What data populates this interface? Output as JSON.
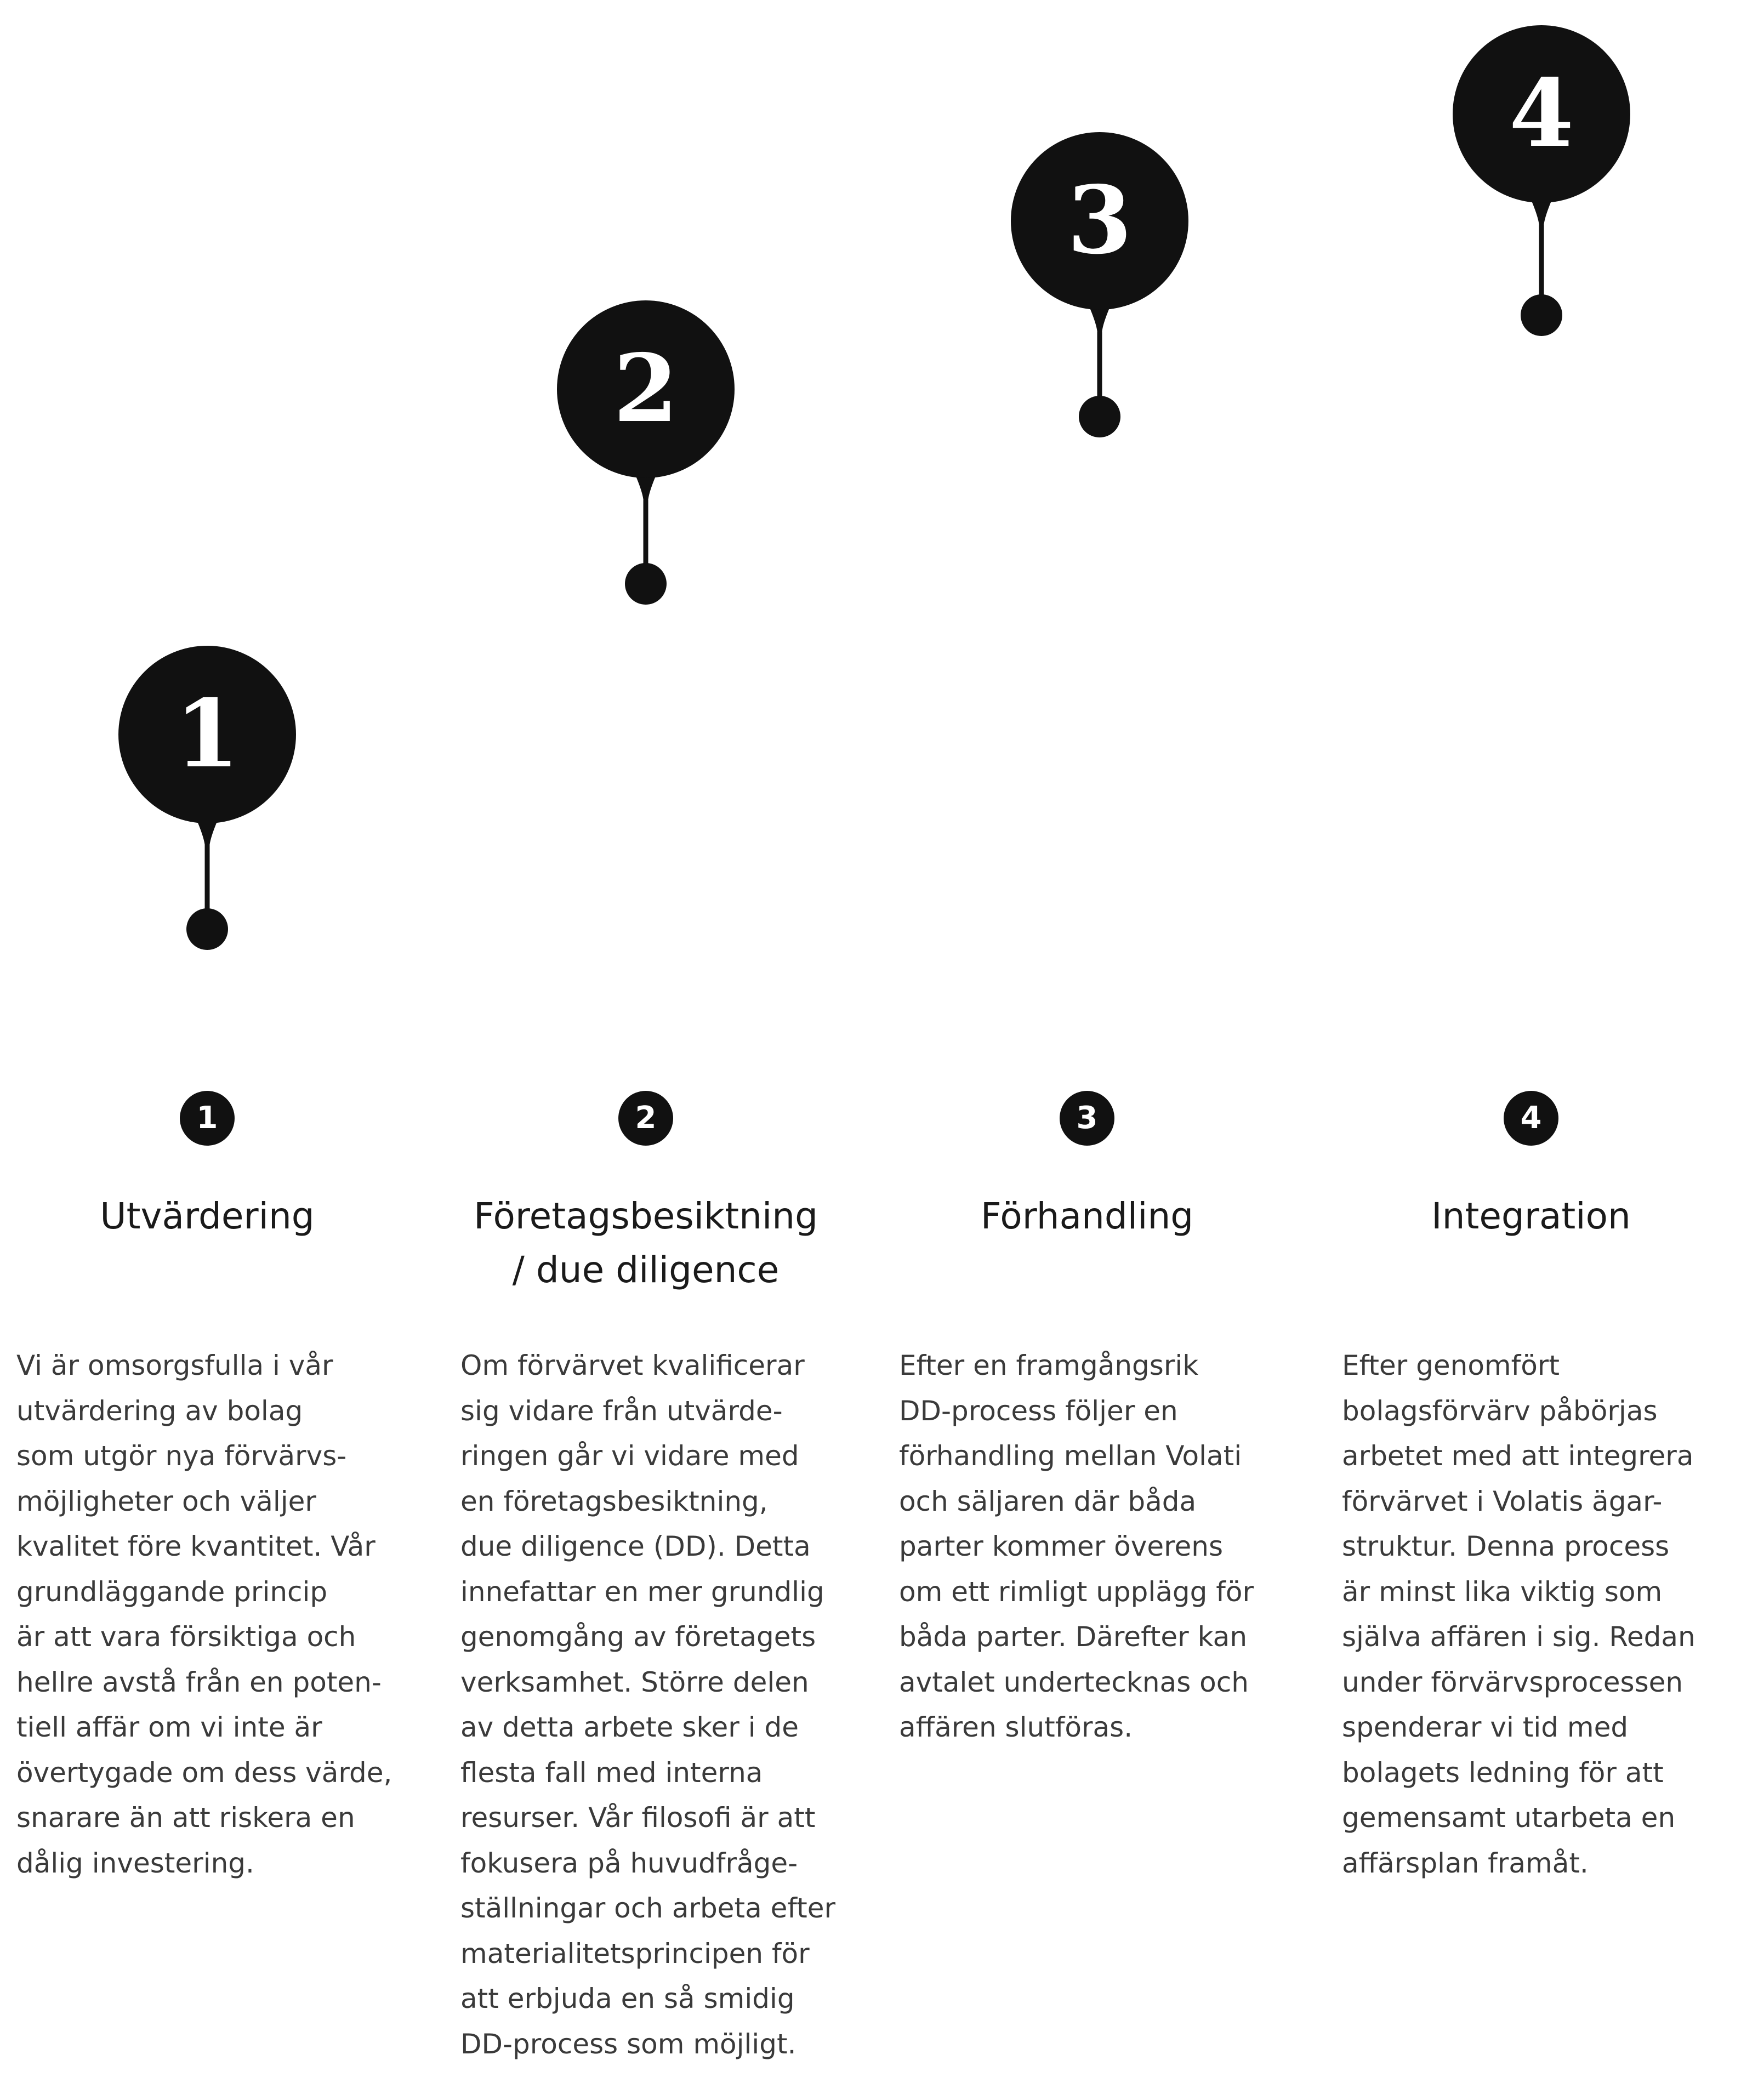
{
  "steps": [
    {
      "number": "1",
      "title": "Utvärdering",
      "text": "Vi är omsorgsfulla i vår\nutvärdering av bolag\nsom utgör nya förvärvs-\nmöjligheter och väljer\nkvalitet före kvantitet. Vår\ngrundläggande princip\när att vara försiktiga och\nhellre avstå från en poten-\ntiell affär om vi inte är\növertygade om dess värde,\nsnarare än att riskera en\ndålig investering."
    },
    {
      "number": "2",
      "title": "Företagsbesiktning\n/ due diligence",
      "text": "Om förvärvet kvalificerar\nsig vidare från utvärde-\nringen går vi vidare med\nen företagsbesiktning,\ndue diligence (DD). Detta\ninnefattar en mer grundlig\ngenomgång av företagets\nverksamhet. Större delen\nav detta arbete sker i de\nflesta fall med interna\nresurser. Vår filosofi är att\nfokusera på huvudfråge-\nställningar och arbeta efter\nmaterialitetsprincipen för\natt erbjuda en så smidig\nDD-process som möjligt."
    },
    {
      "number": "3",
      "title": "Förhandling",
      "text": "Efter en framgångsrik\nDD-process följer en\nförhandling mellan Volati\noch säljaren där båda\nparter kommer överens\nom ett rimligt upplägg för\nbåda parter. Därefter kan\navtalet undertecknas och\naffären slutföras."
    },
    {
      "number": "4",
      "title": "Integration",
      "text": "Efter genomfört\nbolagsförvärv påbörjas\narbetet med att integrera\nförvärvet i Volatis ägar-\nstruktur. Denna process\när minst lika viktig som\nsjälva affären i sig. Redan\nunder förvärvsprocessen\nspenderar vi tid med\nbolagets ledning för att\ngemensamt utarbeta en\naffärsplan framåt."
    }
  ],
  "colors": {
    "pin": "#111111",
    "title": "#1a1a1a",
    "body": "#3a3a3a"
  }
}
